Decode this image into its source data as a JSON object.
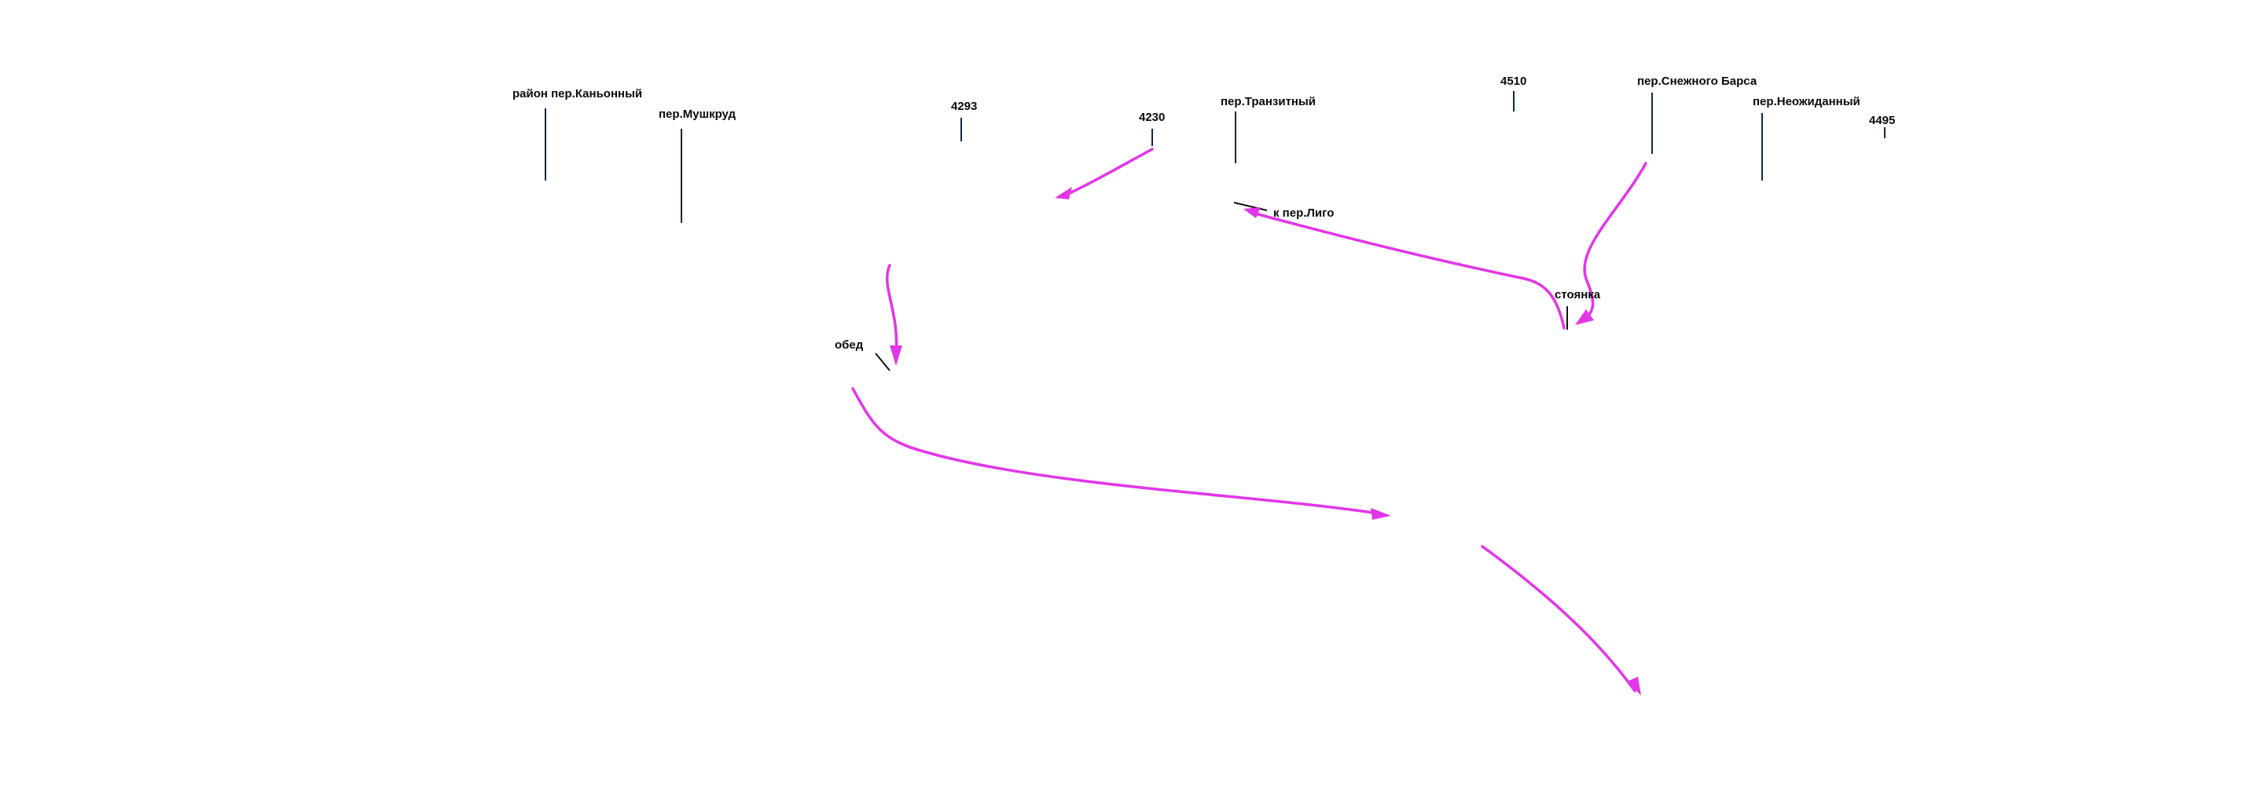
{
  "map": {
    "route_color": "#e236e8",
    "leader_color": "#0d2a3a",
    "labels": {
      "canyon_pass_area": "район пер.Каньонный",
      "mushkrud_pass": "пер.Мушкруд",
      "elev_4293": "4293",
      "elev_4230": "4230",
      "transit_pass": "пер.Транзитный",
      "to_ligo_pass": "к пер.Лиго",
      "elev_4510": "4510",
      "snow_leopard_pass": "пер.Снежного Барса",
      "unexpected_pass": "пер.Неожиданный",
      "elev_4495": "4495",
      "camp": "стоянка",
      "lunch": "обед"
    }
  }
}
